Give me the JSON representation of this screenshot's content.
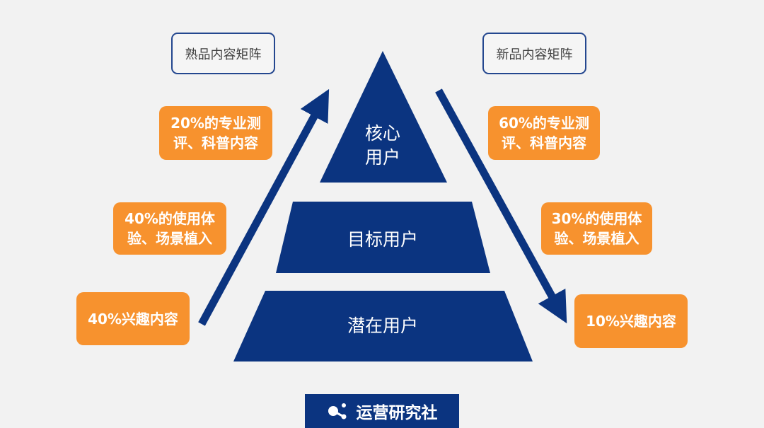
{
  "colors": {
    "navy": "#0b3480",
    "orange": "#f7922e",
    "background": "#f2f2f2"
  },
  "left": {
    "title": "熟品内容矩阵",
    "items": [
      {
        "line1": "20%的专业测",
        "line2": "评、科普内容"
      },
      {
        "line1": "40%的使用体",
        "line2": "验、场景植入"
      },
      {
        "line1": "40%兴趣内容",
        "line2": ""
      }
    ]
  },
  "right": {
    "title": "新品内容矩阵",
    "items": [
      {
        "line1": "60%的专业测",
        "line2": "评、科普内容"
      },
      {
        "line1": "30%的使用体",
        "line2": "验、场景植入"
      },
      {
        "line1": "10%兴趣内容",
        "line2": ""
      }
    ]
  },
  "pyramid": {
    "top_line1": "核心",
    "top_line2": "用户",
    "middle": "目标用户",
    "bottom": "潜在用户"
  },
  "logo": {
    "text": "运营研究社",
    "icon": "molecule-icon"
  }
}
